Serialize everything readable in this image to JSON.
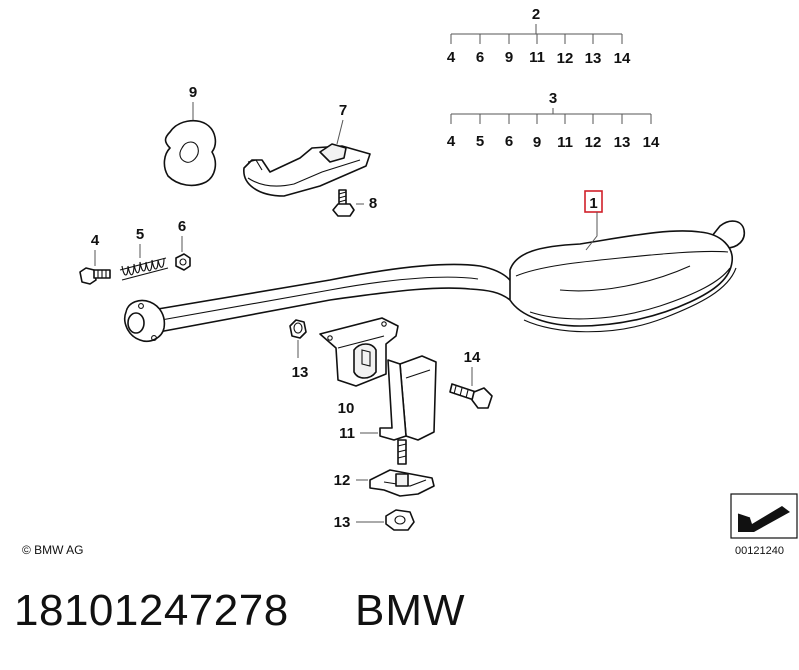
{
  "diagram": {
    "assembly_groups": [
      {
        "label": "2",
        "members": [
          "4",
          "6",
          "9",
          "11",
          "12",
          "13",
          "14"
        ]
      },
      {
        "label": "3",
        "members": [
          "4",
          "5",
          "6",
          "9",
          "11",
          "12",
          "13",
          "14"
        ]
      }
    ],
    "callouts": {
      "rear_muffler": "1",
      "bolt_left": "4",
      "spring": "5",
      "nut_small": "6",
      "bracket": "7",
      "bolt_bracket": "8",
      "rubber_mount": "9",
      "hanger_mount": "10",
      "clamp_strap": "11",
      "clamp_plate": "12",
      "bushing": "13",
      "hex_nut": "13",
      "bolt_right": "14"
    },
    "highlight_color": "#d0202a",
    "copyright": "© BMW AG",
    "reference_number": "00121240"
  },
  "footer": {
    "part_number": "18101247278",
    "brand": "BMW"
  }
}
